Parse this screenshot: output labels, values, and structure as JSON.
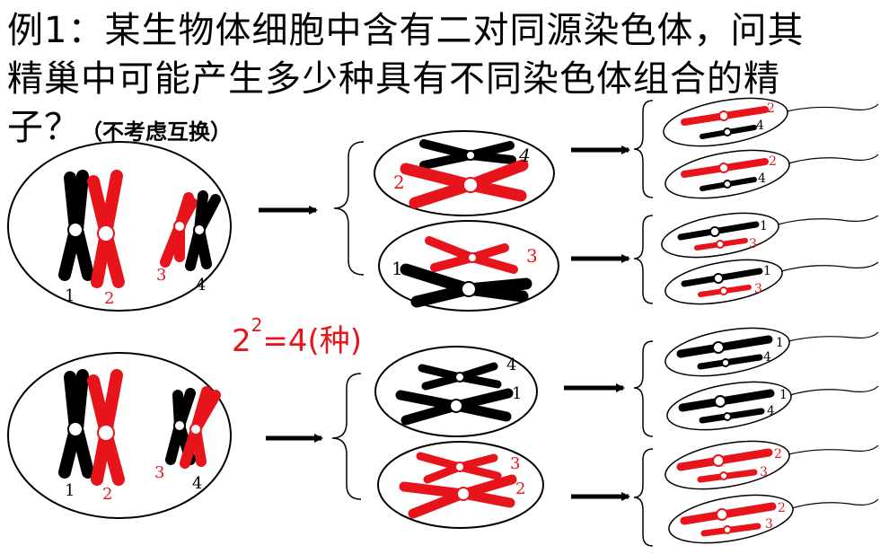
{
  "question": {
    "line1": "例1：某生物体细胞中含有二对同源染色体，问其",
    "line2": "精巢中可能产生多少种具有不同染色体组合的精",
    "line3": "子？",
    "note": "（不考虑互换）"
  },
  "formula": {
    "base": "2",
    "exponent": "2",
    "rest": "=4(种)"
  },
  "labels": {
    "c1": "1",
    "c2": "2",
    "c3": "3",
    "c4": "4"
  },
  "colors": {
    "black": "#000000",
    "red": "#e8141c"
  }
}
